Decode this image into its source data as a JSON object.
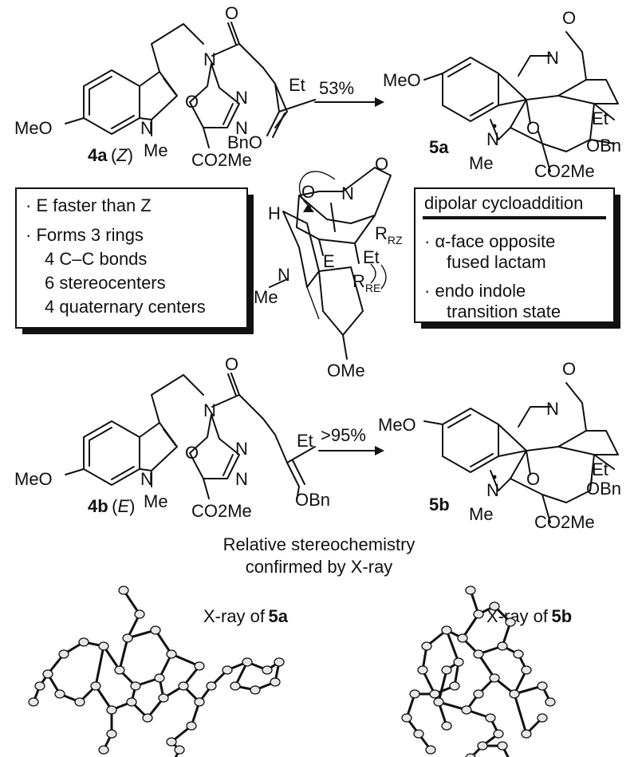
{
  "reaction_top": {
    "substrate_label": "4a",
    "substrate_isomer": "Z",
    "product_label": "5a",
    "yield": "53%"
  },
  "reaction_bottom": {
    "substrate_label": "4b",
    "substrate_isomer": "E",
    "product_label": "5b",
    "yield": ">95%"
  },
  "atoms": {
    "meo": "MeO",
    "n": "N",
    "me": "Me",
    "o": "O",
    "et": "Et",
    "bno": "BnO",
    "obn": "OBn",
    "co2me": "CO2Me",
    "ome": "OMe",
    "h": "H",
    "e": "E",
    "rz": "RZ",
    "re": "RE"
  },
  "left_box": {
    "items": [
      "E faster than Z",
      "Forms 3 rings",
      "4 C–C bonds",
      "6 stereocenters",
      "4 quaternary centers"
    ]
  },
  "right_box": {
    "title": "dipolar cycloaddition",
    "items": [
      "α-face opposite",
      "fused lactam",
      "endo indole",
      "transition state"
    ]
  },
  "xray": {
    "caption_line1": "Relative stereochemistry",
    "caption_line2": "confirmed by X-ray",
    "label_prefix": "X-ray of",
    "label_a": "5a",
    "label_b": "5b"
  }
}
